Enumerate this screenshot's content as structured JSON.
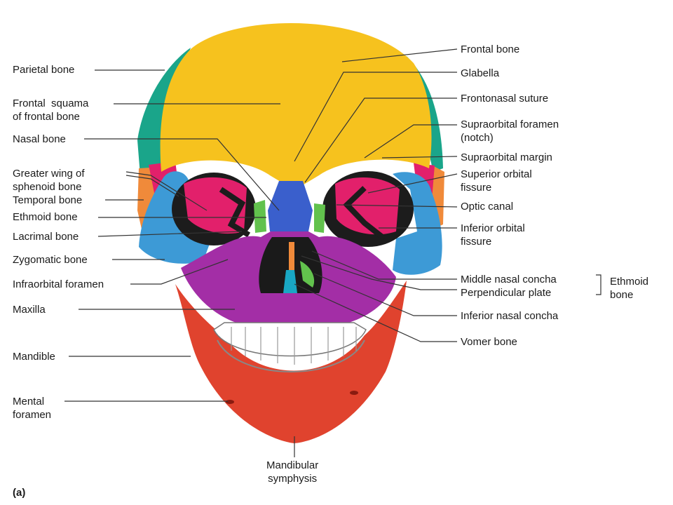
{
  "figure": {
    "panel_tag": "(a)",
    "colors": {
      "frontal": "#f6c21e",
      "parietal": "#1aa58a",
      "sphenoid": "#e2206b",
      "temporal": "#f08a3a",
      "zygomatic": "#3d9ad6",
      "ethmoid": "#62c24d",
      "nasal": "#3a5fcc",
      "maxilla": "#a32ea6",
      "mandible": "#e0432e",
      "vomer": "#19a7c4",
      "teeth": "#ffffff",
      "label_line": "#333333"
    }
  },
  "labels_left": {
    "parietal": "Parietal bone",
    "frontal_squama": "Frontal  squama\nof frontal bone",
    "nasal": "Nasal bone",
    "greater_wing": "Greater wing of\nsphenoid bone",
    "temporal": "Temporal bone",
    "ethmoid": "Ethmoid bone",
    "lacrimal": "Lacrimal bone",
    "zygomatic": "Zygomatic bone",
    "infraorbital": "Infraorbital foramen",
    "maxilla": "Maxilla",
    "mandible": "Mandible",
    "mental": "Mental\nforamen"
  },
  "labels_right": {
    "frontal_bone": "Frontal bone",
    "glabella": "Glabella",
    "frontonasal": "Frontonasal suture",
    "supraorbital_foramen": "Supraorbital foramen\n(notch)",
    "supraorbital_margin": "Supraorbital margin",
    "superior_orbital": "Superior orbital\nfissure",
    "optic_canal": "Optic canal",
    "inferior_orbital": "Inferior orbital\nfissure",
    "middle_concha": "Middle nasal concha",
    "perpendicular": "Perpendicular plate",
    "inferior_concha": "Inferior nasal concha",
    "vomer": "Vomer bone"
  },
  "labels_bottom": {
    "symphysis": "Mandibular\nsymphysis"
  },
  "bracket": {
    "label": "Ethmoid\nbone"
  }
}
